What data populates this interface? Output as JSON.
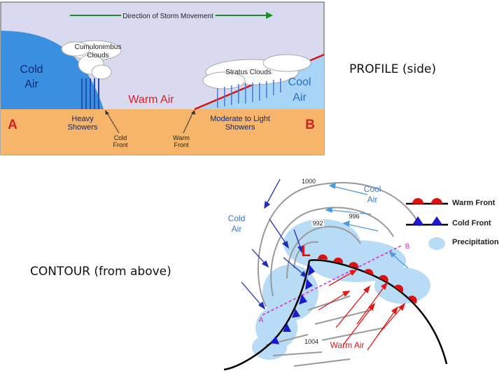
{
  "labels": {
    "profile": "PROFILE (side)",
    "contour": "CONTOUR (from above)"
  },
  "profile_diagram": {
    "arrow_label": "Direction of Storm Movement",
    "cold_air": [
      "Cold",
      "Air"
    ],
    "cool_air": [
      "Cool",
      "Air"
    ],
    "warm_air": "Warm Air",
    "cumulonimbus": [
      "Cumulonimbus",
      "Clouds"
    ],
    "stratus": "Stratus Clouds",
    "point_a": "A",
    "point_b": "B",
    "heavy_showers": [
      "Heavy",
      "Showers"
    ],
    "moderate_showers": [
      "Moderate to Light",
      "Showers"
    ],
    "cold_front": [
      "Cold",
      "Front"
    ],
    "warm_front": [
      "Warm",
      "Front"
    ],
    "colors": {
      "sky": "#d9d9f0",
      "cold_air": "#3a8fe0",
      "cool_air": "#a8d4f5",
      "ground": "#f6b56a",
      "warm_air_text": "#d42020",
      "warm_front_line": "#e01010",
      "arrow": "#1a8c2a"
    }
  },
  "contour_map": {
    "isobars": [
      "1000",
      "996",
      "992",
      "1004"
    ],
    "cold_air": [
      "Cold",
      "Air"
    ],
    "cool_air": [
      "Cool",
      "Air"
    ],
    "warm_air": "Warm Air",
    "low": "L",
    "point_a": "A",
    "point_b": "B",
    "legend": {
      "warm_front": "Warm Front",
      "cold_front": "Cold Front",
      "precipitation": "Precipitation"
    },
    "colors": {
      "warm_front": "#e01010",
      "cold_front": "#1a1acc",
      "precip": "#b8dcf5",
      "cold_arrow": "#1e2eb8",
      "cool_arrow": "#4a9ae0",
      "warm_arrow": "#e01818",
      "section_line": "#e020d0",
      "label_blue": "#3a78c8"
    }
  }
}
